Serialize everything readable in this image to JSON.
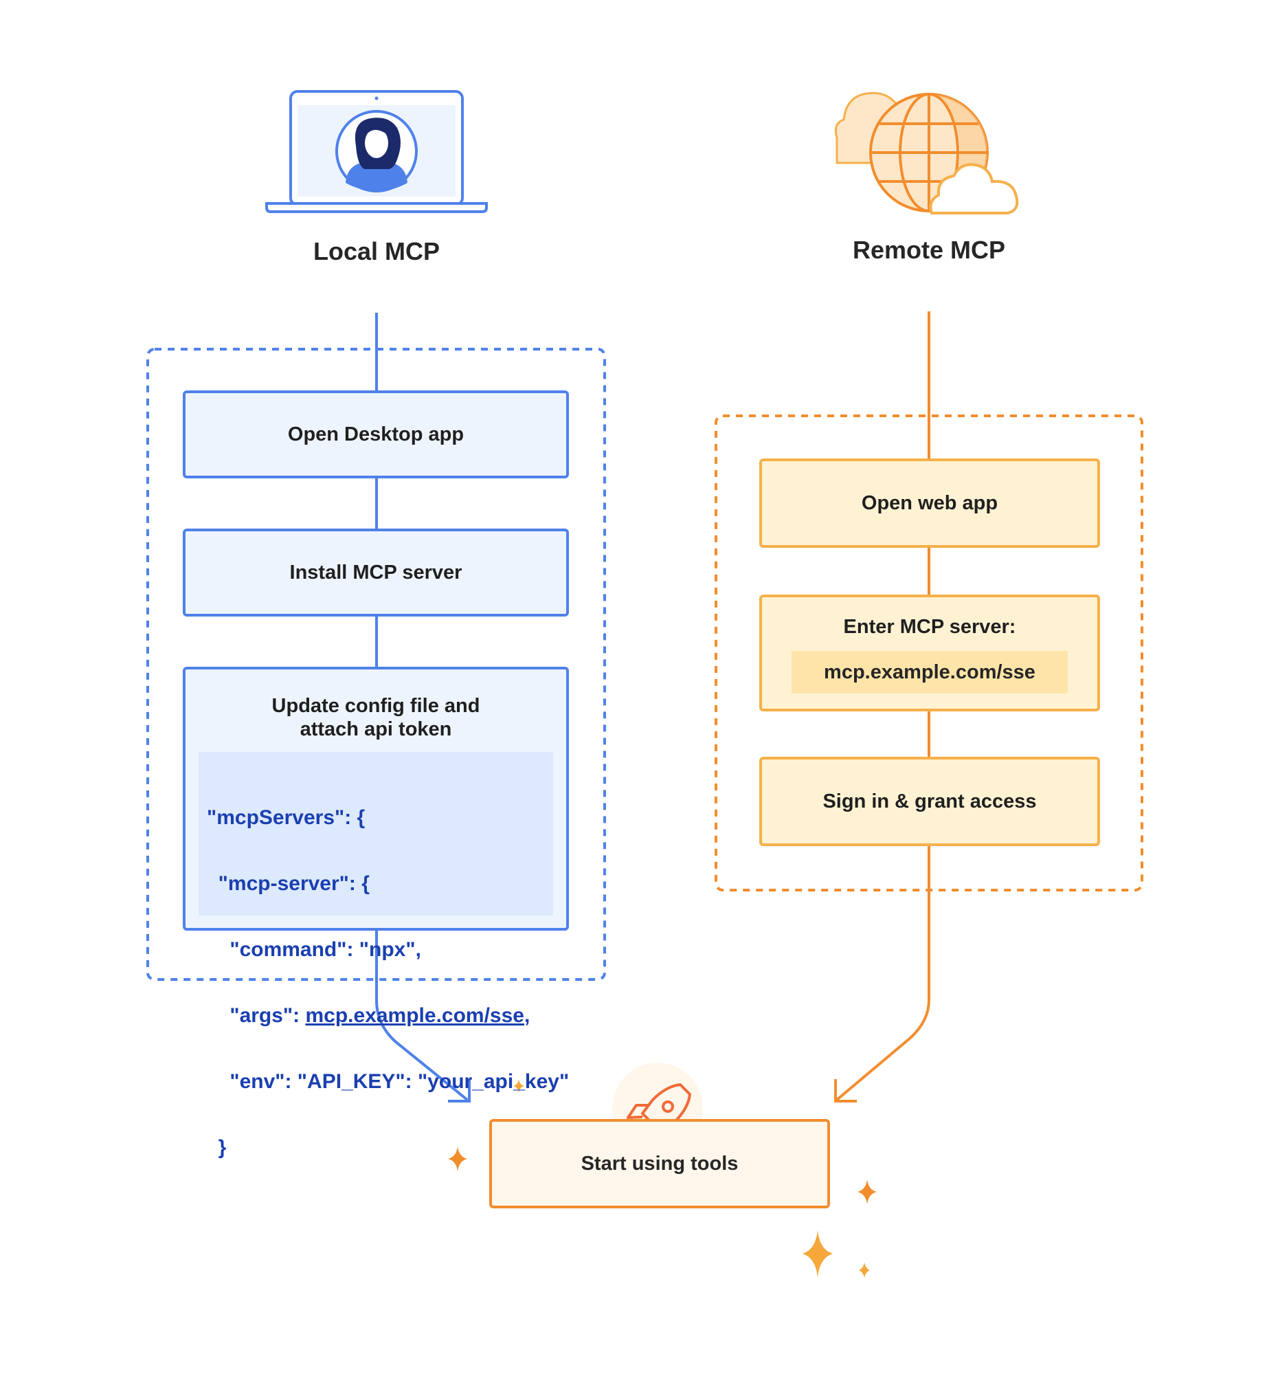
{
  "local": {
    "title": "Local MCP",
    "steps": [
      "Open Desktop app",
      "Install MCP server"
    ],
    "config_step": {
      "title_line1": "Update config file and",
      "title_line2": "attach api token",
      "code": {
        "line1": "\"mcpServers\": {",
        "line2": "  \"mcp-server\": {",
        "line3": "    \"command\": \"npx\",",
        "line4_key": "    \"args\": ",
        "line4_link": "mcp.example.com/sse",
        "line4_end": ",",
        "line5": "    \"env\": \"API_KEY\": \"your_api_key\"",
        "line6": "  }"
      }
    },
    "icon": "laptop-user-icon"
  },
  "remote": {
    "title": "Remote MCP",
    "steps": [
      "Open web app",
      "Sign in & grant access"
    ],
    "server_step": {
      "label": "Enter MCP server:",
      "url": "mcp.example.com/sse"
    },
    "icon": "globe-cloud-icon"
  },
  "final_step": {
    "label": "Start using tools",
    "icon": "rocket-icon"
  },
  "colors": {
    "local_accent": "#4f81ea",
    "local_fill": "#eef4fe",
    "remote_accent": "#f28d2e",
    "remote_fill": "#fff2d3",
    "remote_border": "#f5b04a",
    "code_text": "#1a3fb0"
  }
}
